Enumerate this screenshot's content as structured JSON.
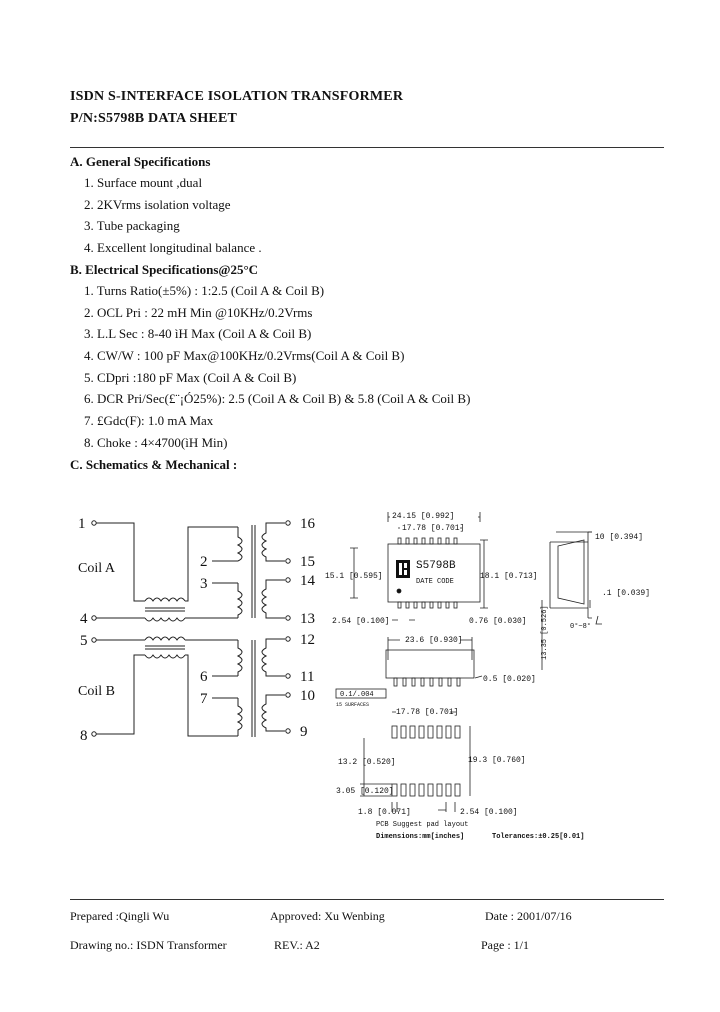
{
  "header": {
    "title_line1": "ISDN S-INTERFACE  ISOLATION  TRANSFORMER",
    "title_line2": "P/N:S5798B DATA SHEET"
  },
  "section_a": {
    "title": "A. General Specifications",
    "items": [
      "1. Surface mount ,dual",
      "2. 2KVrms isolation voltage",
      "3. Tube packaging",
      "4. Excellent longitudinal balance ."
    ]
  },
  "section_b": {
    "title": "B. Electrical Specifications@25°C",
    "items": [
      "1. Turns Ratio(±5%) : 1:2.5 (Coil A & Coil B)",
      "2. OCL Pri : 22 mH Min @10KHz/0.2Vrms",
      "3. L.L Sec : 8-40 ìH Max (Coil A & Coil B)",
      "4. CW/W : 100 pF Max@100KHz/0.2Vrms(Coil A & Coil B)",
      "5. CDpri :180 pF Max (Coil A & Coil B)",
      "6. DCR Pri/Sec(£¨¡Ó25%): 2.5 (Coil A & Coil B) & 5.8 (Coil A & Coil B)",
      "7.  £Gdc(F): 1.0 mA Max",
      "8. Choke : 4×4700(ìH Min)"
    ]
  },
  "section_c": {
    "title": "C. Schematics & Mechanical :"
  },
  "schematic": {
    "pins_left": [
      "1",
      "4",
      "5",
      "8"
    ],
    "pins_mid": [
      "2",
      "3",
      "6",
      "7"
    ],
    "pins_right": [
      "16",
      "15",
      "14",
      "13",
      "12",
      "11",
      "10",
      "9"
    ],
    "coil_a": "Coil  A",
    "coil_b": "Coil  B"
  },
  "mechanical": {
    "dim_top_width": "24.15 [0.992]",
    "dim_pin_span": "17.78 [0.701]",
    "part_marking": "S5798B",
    "date_code": "DATE CODE",
    "dim_left": "15.1 [0.595]",
    "dim_right": "18.1 [0.713]",
    "dim_pitch": "2.54 [0.100]",
    "dim_pin_width": "0.76 [0.030]",
    "dim_height": "10 [0.394]",
    "dim_lead_thickness": ".1 [0.039]",
    "dim_angle": "0°~8°",
    "dim_vertical": "13.35 [0.526]",
    "dim_body_length": "23.6 [0.930]",
    "dim_lead_length": "0.5 [0.020]",
    "coplanarity": "0.1/.004",
    "seating": "15 SURFACES",
    "pad_pin_span": "17.78 [0.701]",
    "pad_row_gap": "13.2 [0.520]",
    "pad_outer": "19.3 [0.760]",
    "pad_length": "3.05 [0.120]",
    "pad_width": "1.8 [0.071]",
    "pad_pitch": "2.54 [0.100]",
    "pad_caption": "PCB  Suggest  pad  layout",
    "dimensions_note": "Dimensions:mm[inches]",
    "tolerances_note": "Tolerances:±0.25[0.01]"
  },
  "footer": {
    "prepared": "Prepared :Qingli Wu",
    "approved": "Approved:  Xu  Wenbing",
    "date": "Date : 2001/07/16",
    "drawing_no": "Drawing no.: ISDN  Transformer",
    "rev": "REV.: A2",
    "page": "Page :  1/1"
  }
}
